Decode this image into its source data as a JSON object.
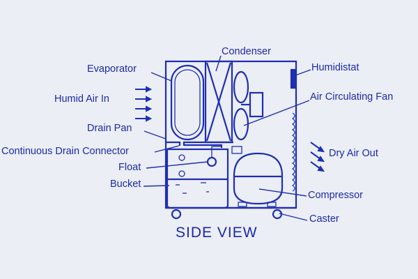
{
  "diagram": {
    "title": "SIDE VIEW",
    "labels": {
      "condenser": "Condenser",
      "evaporator": "Evaporator",
      "humid_air_in": "Humid Air In",
      "drain_pan": "Drain Pan",
      "drain_connector": "Continuous Drain Connector",
      "float": "Float",
      "bucket": "Bucket",
      "humidistat": "Humidistat",
      "fan": "Air Circulating Fan",
      "dry_air_out": "Dry Air Out",
      "compressor": "Compressor",
      "caster": "Caster"
    },
    "colors": {
      "ink": "#1e2fb0",
      "background": "#eceef5"
    }
  }
}
